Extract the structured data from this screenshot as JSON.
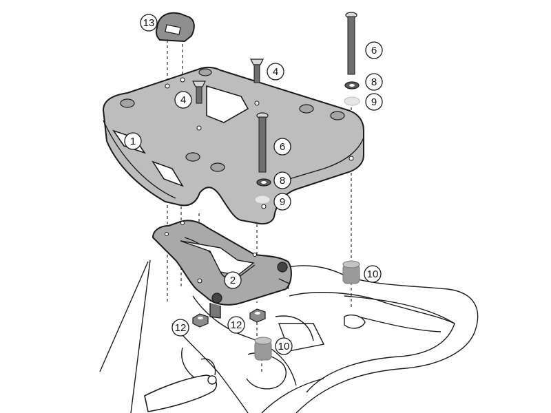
{
  "figure": {
    "type": "exploded-assembly-diagram",
    "colors": {
      "outline": "#1a1a1a",
      "plate_fill": "#bdbdbd",
      "bracket_fill": "#a9a9a9",
      "rubber": "#9a9a9a",
      "hardware": "#6e6e6e",
      "washer": "#e6e6e6",
      "background": "#ffffff"
    },
    "callouts": [
      {
        "key": "top-rack-plate",
        "label": "1"
      },
      {
        "key": "mounting-bracket",
        "label": "2"
      },
      {
        "key": "screw-left",
        "label": "4"
      },
      {
        "key": "screw-top",
        "label": "4"
      },
      {
        "key": "bolt-center",
        "label": "6"
      },
      {
        "key": "bolt-right",
        "label": "6"
      },
      {
        "key": "washer-center",
        "label": "8"
      },
      {
        "key": "washer-right",
        "label": "8"
      },
      {
        "key": "spacer-center",
        "label": "9"
      },
      {
        "key": "spacer-right",
        "label": "9"
      },
      {
        "key": "rubber-center",
        "label": "10"
      },
      {
        "key": "rubber-right",
        "label": "10"
      },
      {
        "key": "nut-left",
        "label": "12"
      },
      {
        "key": "nut-center",
        "label": "12"
      },
      {
        "key": "handle-grip",
        "label": "13"
      }
    ]
  }
}
